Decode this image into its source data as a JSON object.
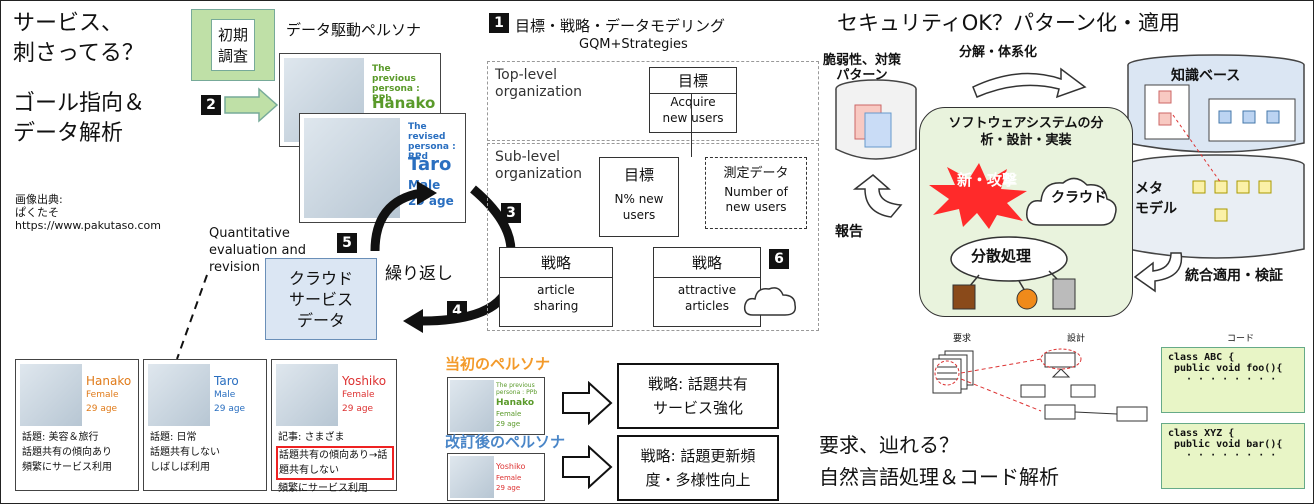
{
  "left": {
    "title1": "サービス、",
    "title2": "刺さってる？",
    "goal1": "ゴール指向＆",
    "goal2": "データ解析",
    "credit1": "画像出典:",
    "credit2": "ぱくたそ",
    "credit3": "https://www.pakutaso.com"
  },
  "center": {
    "survey": "初期\n調査",
    "persona_title": "データ駆動ペルソナ",
    "prev_label": "The previous persona : PPb",
    "prev_name": "Hanako",
    "rev_label": "The revised persona : RPd",
    "rev_name": "Taro",
    "rev_sex": "Male",
    "rev_age": "29 age",
    "quant": "Quantitative evaluation and revision",
    "repeat": "繰り返し",
    "cloud_data": "クラウド\nサービス\nデータ",
    "num1": "1",
    "num2": "2",
    "num3": "3",
    "num4": "4",
    "num5": "5",
    "num6": "6",
    "modeling_title": "目標・戦略・データモデリング",
    "gqm": "GQM+Strategies",
    "top_org": "Top-level\norganization",
    "goal_top": "目標",
    "goal_top_text": "Acquire\nnew users",
    "sub_org": "Sub-level\norganization",
    "goal_sub": "目標",
    "goal_sub_text": "N% new\nusers",
    "measure": "測定データ",
    "measure_text": "Number of\nnew users",
    "strat1": "戦略",
    "strat1_text": "article\nsharing",
    "strat2": "戦略",
    "strat2_text": "attractive\narticles"
  },
  "personas": [
    {
      "name": "Hanako",
      "sex": "Female",
      "age": "29 age",
      "lines": [
        "話題: 美容＆旅行",
        "話題共有の傾向あり",
        "頻繁にサービス利用"
      ]
    },
    {
      "name": "Taro",
      "sex": "Male",
      "age": "29 age",
      "lines": [
        "話題: 日常",
        "話題共有しない",
        "しばしば利用"
      ]
    },
    {
      "name": "Yoshiko",
      "sex": "Female",
      "age": "29 age",
      "lines": [
        "記事: さまざま",
        "話題共有の傾向あり→話題共有しない",
        "頻繁にサービス利用"
      ]
    }
  ],
  "compare": {
    "initial": "当初のペルソナ",
    "revised": "改訂後のペルソナ",
    "strategy1": "戦略: 話題共有\nサービス強化",
    "strategy2": "戦略: 話題更新頻\n度・多様性向上",
    "mini_prev": "The previous persona : PPb",
    "mini_prev_name": "Hanako",
    "mini_prev_sex": "Female",
    "mini_prev_age": "29 age",
    "mini_rev_name": "Yoshiko",
    "mini_rev_sex": "Female",
    "mini_rev_age": "29 age"
  },
  "right": {
    "title": "セキュリティOK？パターン化・適用",
    "vuln": "脆弱性、対策\nパターン",
    "decompose": "分解・体系化",
    "kb": "知識ベース",
    "meta": "メタ\nモデル",
    "system": "ソフトウェアシステムの分\n析・設計・実装",
    "attack": "新・攻撃",
    "cloud": "クラウド",
    "distributed": "分散処理",
    "report": "報告",
    "integrate": "統合適用・検証",
    "req": "要求",
    "design": "設計",
    "code": "コード",
    "code1a": "class ABC {",
    "code1b": "public void foo(){",
    "code2a": "class XYZ {",
    "code2b": "public void bar(){",
    "trace1": "要求、辿れる？",
    "trace2": "自然言語処理＆コード解析"
  }
}
